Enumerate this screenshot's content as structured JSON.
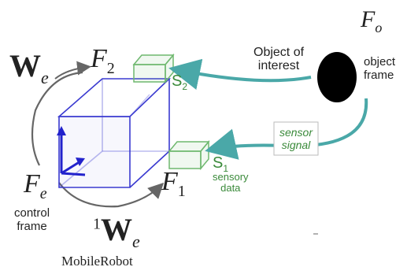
{
  "labels": {
    "we_top": "W",
    "we_top_sub": "e",
    "we_bottom_sup": "1",
    "we_bottom": "W",
    "we_bottom_sub": "e",
    "f2": "F",
    "f2_sub": "2",
    "f1": "F",
    "f1_sub": "1",
    "fe": "F",
    "fe_sub": "e",
    "fo": "F",
    "fo_sub": "o",
    "s2": "S",
    "s2_sub": "2",
    "s1": "S",
    "s1_sub": "1",
    "control_frame_1": "control",
    "control_frame_2": "frame",
    "sensory_data_1": "sensory",
    "sensory_data_2": "data",
    "object_of_interest_1": "Object of",
    "object_of_interest_2": "interest",
    "object_frame_1": "object",
    "object_frame_2": "frame",
    "sensor_signal_1": "sensor",
    "sensor_signal_2": "signal",
    "caption": "MobileRobot"
  },
  "colors": {
    "robot_box": "#3a3ad0",
    "axes": "#2222cc",
    "sensor": "#6fb86f",
    "arrow": "#4aa8a8",
    "text": "#222222",
    "sensor_text": "#3a8a3a",
    "object": "#000000"
  }
}
